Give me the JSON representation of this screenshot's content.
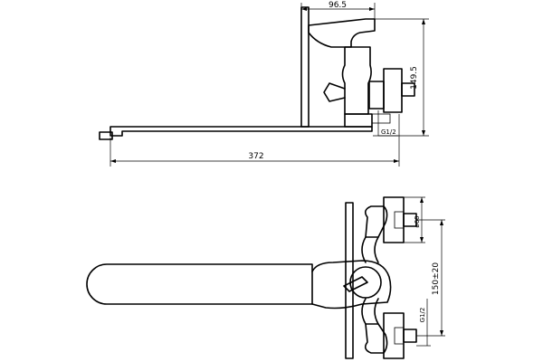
{
  "dimensions": {
    "mount_depth": "96.5",
    "height": "149.5",
    "spout_length": "372",
    "thread_side": "G1/2",
    "flange_diameter": "ø60",
    "center_distance": "150±20",
    "thread_front": "G1/2"
  }
}
